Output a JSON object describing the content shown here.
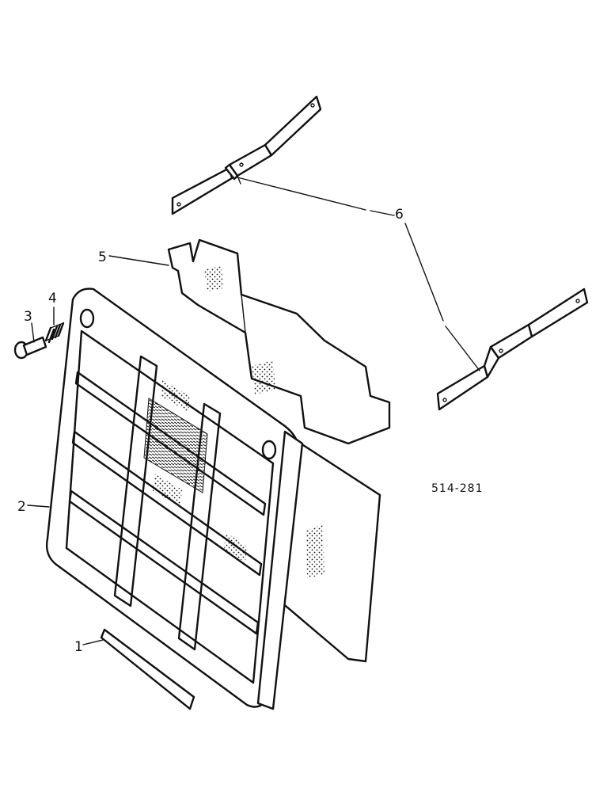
{
  "callouts": {
    "c1": "1",
    "c2": "2",
    "c3": "3",
    "c4": "4",
    "c5": "5",
    "c6": "6"
  },
  "reference_code": "514-281",
  "colors": {
    "ink": "#111111",
    "background": "#ffffff"
  }
}
